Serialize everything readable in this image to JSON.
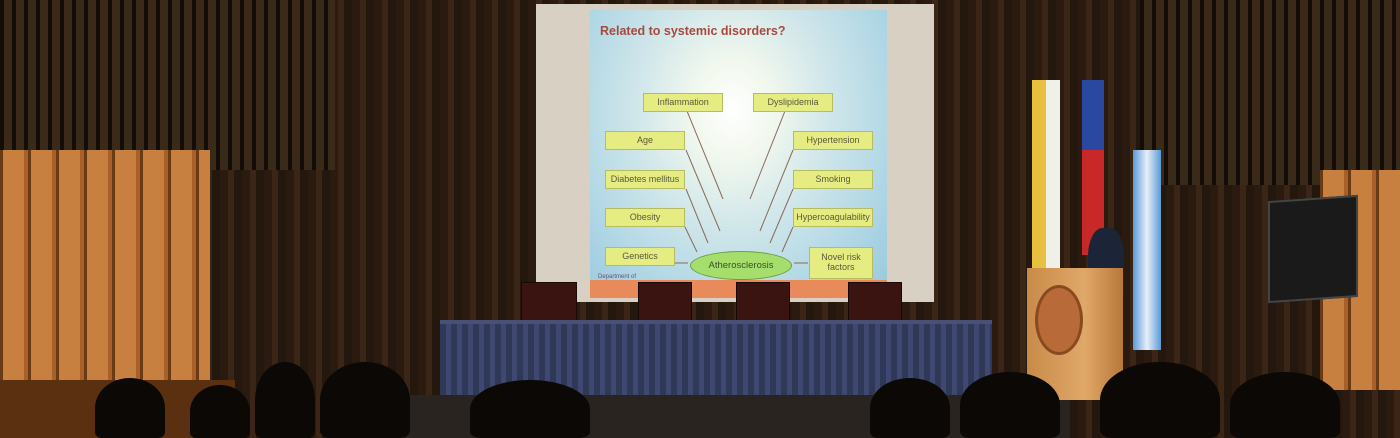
{
  "slide": {
    "title": "Related to systemic disorders?",
    "factors_left": [
      "Inflammation",
      "Age",
      "Diabetes mellitus",
      "Obesity",
      "Genetics"
    ],
    "factors_right": [
      "Dyslipidemia",
      "Hypertension",
      "Smoking",
      "Hypercoagulability",
      "Novel risk factors"
    ],
    "center": "Atherosclerosis",
    "footer": "Department of"
  },
  "colors": {
    "slide_title": "#a64a40",
    "box": "#e4ec82",
    "ellipse": "#a6de6e"
  }
}
